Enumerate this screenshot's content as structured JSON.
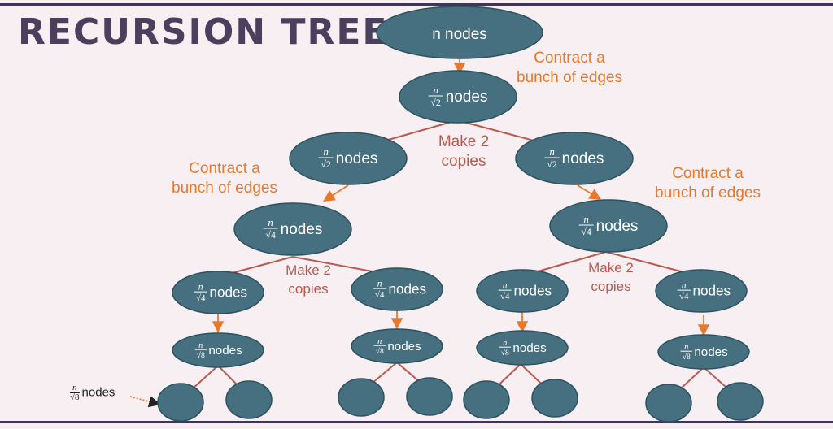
{
  "title": "RECURSION TREE",
  "labels": {
    "contract_top": [
      "Contract a",
      "bunch of edges"
    ],
    "contract_left": [
      "Contract a",
      "bunch of edges"
    ],
    "contract_right": [
      "Contract a",
      "bunch of edges"
    ],
    "make_copies_top": [
      "Make 2",
      "copies"
    ],
    "make_copies_left": [
      "Make 2",
      "copies"
    ],
    "make_copies_right": [
      "Make 2",
      "copies"
    ]
  },
  "nodes": {
    "root": "n nodes",
    "level1": {
      "numerator": "n",
      "denominator": "√2",
      "text": "nodes"
    },
    "level2": {
      "numerator": "n",
      "denominator": "√2",
      "text": "nodes"
    },
    "level3": {
      "numerator": "n",
      "denominator": "√4",
      "text": "nodes"
    },
    "level4": {
      "numerator": "n",
      "denominator": "√4",
      "text": "nodes"
    },
    "level5": {
      "numerator": "n",
      "denominator": "√8",
      "text": "nodes"
    }
  },
  "leaf_label": {
    "numerator": "n",
    "denominator": "√8",
    "text": "nodes"
  },
  "colors": {
    "node_fill": "#46707f",
    "edge": "#b85a50",
    "contract_text": "#e8792a",
    "title": "#4a3f5c",
    "background": "#f7eff2"
  }
}
